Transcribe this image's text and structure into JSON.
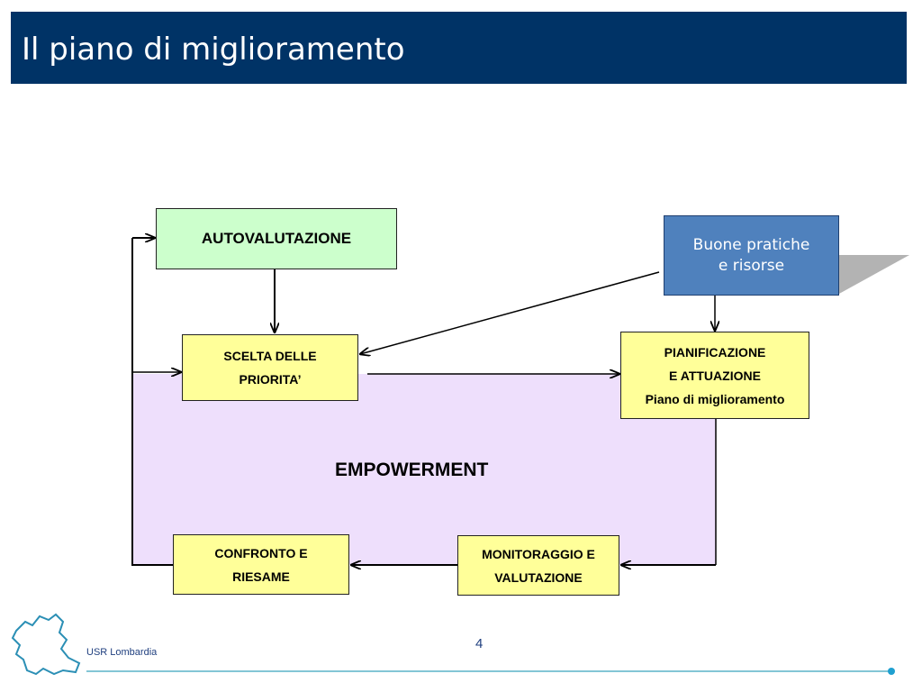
{
  "slide": {
    "title": "Il piano di miglioramento",
    "page_number": "4",
    "footer_org": "USR Lombardia"
  },
  "diagram": {
    "autovalutazione": "AUTOVALUTAZIONE",
    "buone_pratiche": [
      "Buone pratiche",
      "e risorse"
    ],
    "scelta": [
      "SCELTA  DELLE",
      "PRIORITA’"
    ],
    "pianificazione": [
      "PIANIFICAZIONE",
      "E  ATTUAZIONE",
      "Piano di miglioramento"
    ],
    "empowerment": "EMPOWERMENT",
    "confronto": [
      "CONFRONTO E",
      "RIESAME"
    ],
    "monitoraggio": [
      "MONITORAGGIO E",
      "VALUTAZIONE"
    ]
  },
  "colors": {
    "title_bar": "#003366",
    "empowerment_fill": "#eedffc",
    "yellow_box": "#ffff99",
    "green_box": "#ccffcc",
    "blue_box": "#4f81bd"
  }
}
